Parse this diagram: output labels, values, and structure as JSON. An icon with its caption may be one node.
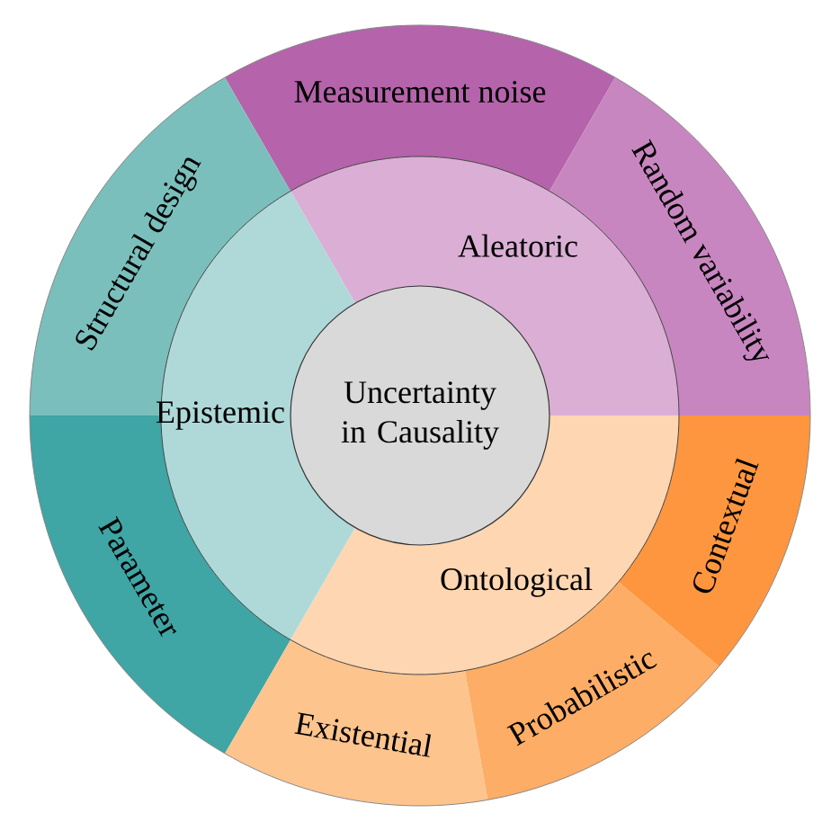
{
  "diagram": {
    "nodes": [
      {
        "text": [
          "Uncertainty in Causality"
        ]
      },
      {
        "text": [
          "Aleatoric"
        ]
      },
      {
        "text": [
          "Epistemic"
        ]
      },
      {
        "text": [
          "Ontological"
        ]
      },
      {
        "text": [
          "Measurement noise"
        ]
      },
      {
        "text": [
          "Random variability"
        ]
      },
      {
        "text": [
          "Structural design"
        ]
      },
      {
        "text": [
          "Parameter"
        ]
      },
      {
        "text": [
          "Existential"
        ]
      },
      {
        "text": [
          "Probabilistic"
        ]
      },
      {
        "text": [
          "Contextual"
        ]
      }
    ]
  }
}
